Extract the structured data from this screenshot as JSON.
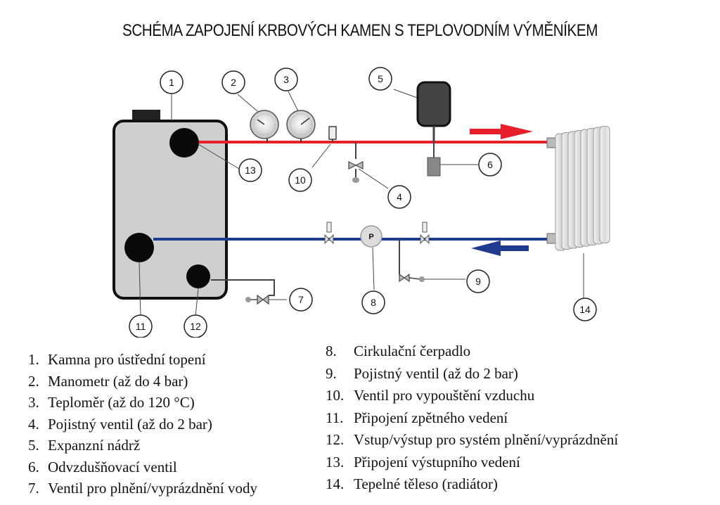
{
  "title": "SCHÉMA ZAPOJENÍ KRBOVÝCH KAMEN S TEPLOVODNÍM VÝMĚNÍKEM",
  "colors": {
    "hot_pipe": "#e8202a",
    "cold_pipe": "#1f3b8f",
    "stove_fill": "#cfcfcf",
    "ball": "#0a0a0a"
  },
  "callouts": [
    "1",
    "2",
    "3",
    "4",
    "5",
    "6",
    "7",
    "8",
    "9",
    "10",
    "11",
    "12",
    "13",
    "14"
  ],
  "pump_label": "P",
  "legend": [
    {
      "num": "1.",
      "text": "Kamna pro ústřední topení"
    },
    {
      "num": "2.",
      "text": "Manometr (až do 4 bar)"
    },
    {
      "num": "3.",
      "text": "Teploměr (až do 120 °C)"
    },
    {
      "num": "4.",
      "text": "Pojistný ventil (až do 2 bar)"
    },
    {
      "num": "5.",
      "text": "Expanzní nádrž"
    },
    {
      "num": "6.",
      "text": "Odvzdušňovací ventil"
    },
    {
      "num": "7.",
      "text": "Ventil pro plnění/vyprázdnění vody"
    },
    {
      "num": "8.",
      "text": "Cirkulační čerpadlo"
    },
    {
      "num": "9.",
      "text": "Pojistný ventil (až do 2 bar)"
    },
    {
      "num": "10.",
      "text": "Ventil pro vypouštění vzduchu"
    },
    {
      "num": "11.",
      "text": "Připojení zpětného vedení"
    },
    {
      "num": "12.",
      "text": "Vstup/výstup pro systém plnění/vyprázdnění"
    },
    {
      "num": "13.",
      "text": "Připojení výstupního vedení"
    },
    {
      "num": "14.",
      "text": "Tepelné těleso (radiátor)"
    }
  ]
}
